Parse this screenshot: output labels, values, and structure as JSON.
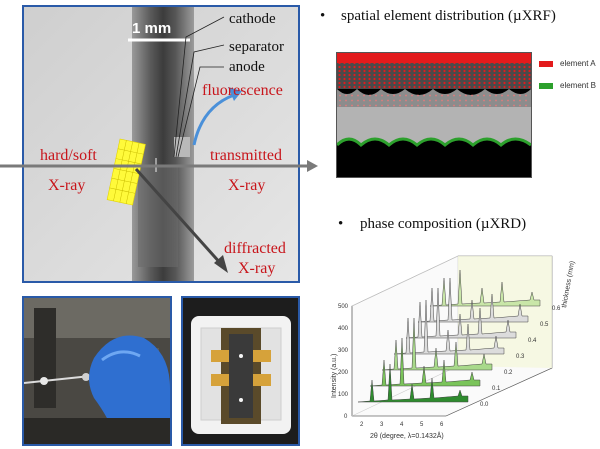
{
  "top_panel": {
    "scale_bar": "1 mm",
    "layers": [
      "cathode",
      "separator",
      "anode"
    ],
    "fluorescence": "fluorescence",
    "incoming": [
      "hard/soft",
      "X-ray"
    ],
    "transmitted": [
      "transmitted",
      "X-ray"
    ],
    "diffracted": [
      "diffracted",
      "X-ray"
    ]
  },
  "xrf": {
    "bullet": "•",
    "title": "spatial element distribution (µXRF)",
    "legend": [
      {
        "label": "element A",
        "color": "#e31a1c"
      },
      {
        "label": "element B",
        "color": "#2ca02c"
      }
    ]
  },
  "xrd": {
    "bullet": "•",
    "title": "phase composition (µXRD)",
    "ylabel": "Intensity (a.u.)",
    "xlabel": "2θ (degree, λ=0.1432Å)",
    "zlabel": "thickness (mm)",
    "yticks": [
      "0",
      "100",
      "200",
      "300",
      "400",
      "500"
    ],
    "xticks": [
      "2",
      "3",
      "4",
      "5",
      "6"
    ],
    "zticks": [
      "0.0",
      "0.1",
      "0.2",
      "0.3",
      "0.4",
      "0.5",
      "0.6"
    ]
  },
  "colors": {
    "accent_red": "#c8151b",
    "panel_border": "#2a5aa8",
    "arrow_blue": "#4a90d9"
  }
}
